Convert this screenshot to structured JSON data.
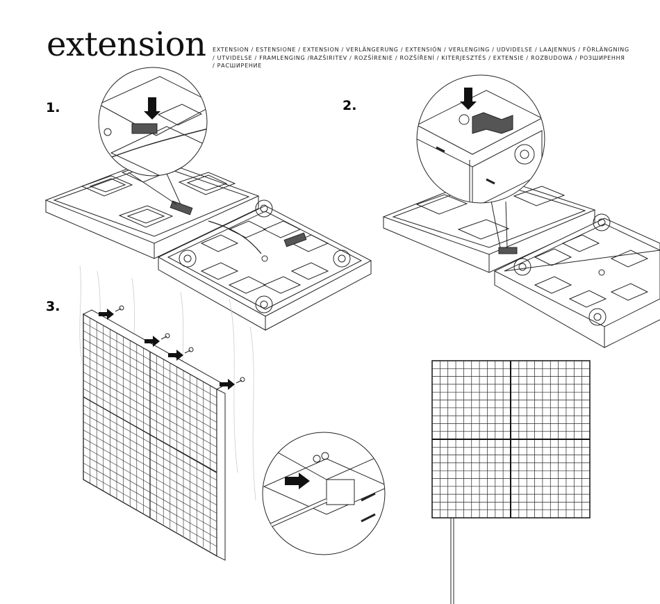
{
  "header": {
    "title": "extension",
    "translations": "extension / estensione / extension / verlängerung / extensión / verlenging / udvidelse / laajennus / förlängning / utvidelse / framlenging /razširitev / rozšírenie / rozšíření / kiterjesztés / extensie / rozbudowa / розширення / расширение"
  },
  "steps": {
    "one": "1.",
    "two": "2.",
    "three": "3."
  },
  "colors": {
    "line": "#222222",
    "connector": "#555555",
    "arrow": "#111111",
    "background": "#ffffff"
  }
}
